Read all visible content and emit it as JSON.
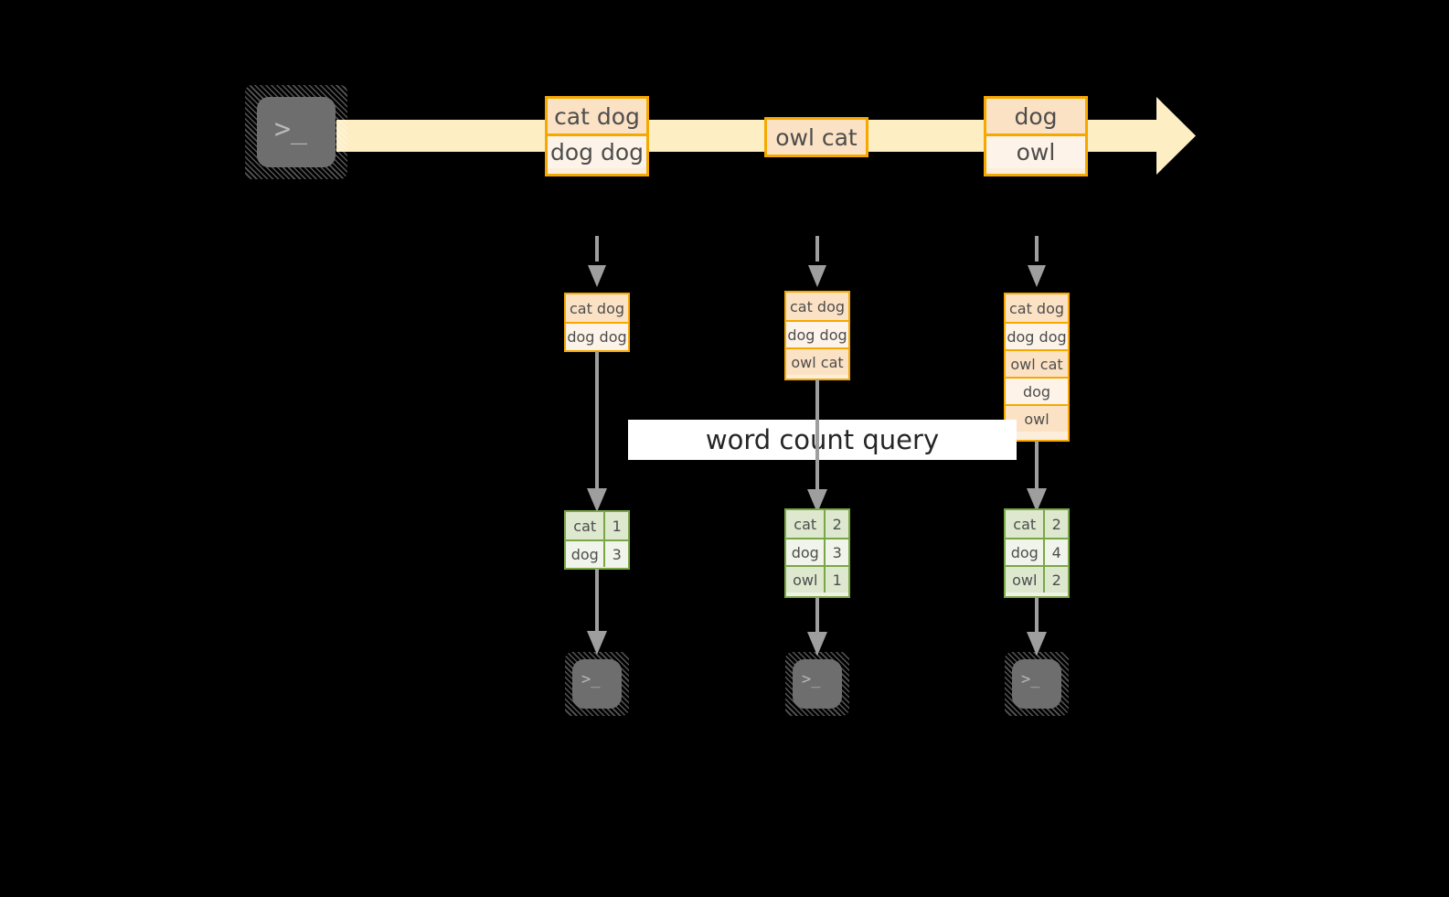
{
  "diagram": {
    "title_label": "word count query",
    "colors": {
      "background": "#000000",
      "record_border": "#f5a800",
      "record_fill_odd": "#fce2c4",
      "record_fill_even": "#fdf3e8",
      "stream_arrow_fill": "#fdeec4",
      "result_border": "#7aa745",
      "result_fill_odd": "#dde8cf",
      "result_fill_even": "#f0f4ea",
      "connector": "#9e9e9e",
      "terminal_fill": "#6e6e6e",
      "label_fill": "#ffffff",
      "text": "#4d4d4d"
    },
    "source_terminal": {
      "glyph": ">_"
    },
    "stream": {
      "records": [
        {
          "lines": [
            "cat dog",
            "dog dog"
          ]
        },
        {
          "lines": [
            "owl cat"
          ]
        },
        {
          "lines": [
            "dog",
            "owl"
          ]
        }
      ]
    },
    "snapshots": [
      {
        "input_lines": [
          "cat dog",
          "dog dog"
        ],
        "result": {
          "rows": [
            {
              "key": "cat",
              "value": "1"
            },
            {
              "key": "dog",
              "value": "3"
            }
          ]
        },
        "sink_terminal": {
          "glyph": ">_"
        }
      },
      {
        "input_lines": [
          "cat dog",
          "dog dog",
          "owl cat"
        ],
        "result": {
          "rows": [
            {
              "key": "cat",
              "value": "2"
            },
            {
              "key": "dog",
              "value": "3"
            },
            {
              "key": "owl",
              "value": "1"
            }
          ]
        },
        "sink_terminal": {
          "glyph": ">_"
        }
      },
      {
        "input_lines": [
          "cat dog",
          "dog dog",
          "owl cat",
          "dog",
          "owl"
        ],
        "result": {
          "rows": [
            {
              "key": "cat",
              "value": "2"
            },
            {
              "key": "dog",
              "value": "4"
            },
            {
              "key": "owl",
              "value": "2"
            }
          ]
        },
        "sink_terminal": {
          "glyph": ">_"
        }
      }
    ]
  }
}
